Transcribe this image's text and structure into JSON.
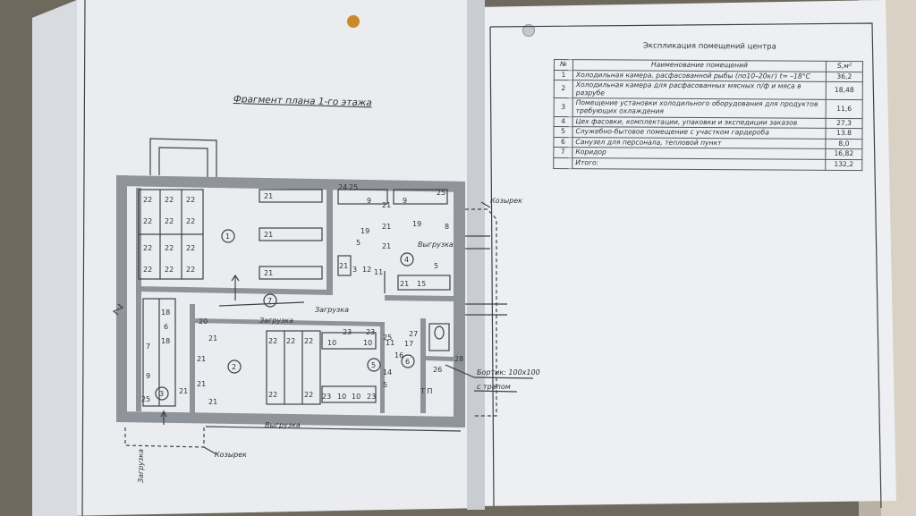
{
  "plan": {
    "title": "Фрагмент плана 1-го этажа",
    "room_numbers": [
      "1",
      "2",
      "3",
      "4",
      "5",
      "6",
      "7"
    ],
    "equipment_numbers": [
      "22",
      "21",
      "20",
      "18",
      "19",
      "9",
      "11",
      "12",
      "15",
      "14",
      "16",
      "17",
      "23",
      "10",
      "25",
      "26",
      "27",
      "28",
      "24",
      "8",
      "3",
      "5",
      "6",
      "7"
    ],
    "labels": {
      "kozyrek_right": "Козырек",
      "kozyrek_bottom": "Козырек",
      "vygruzka_room4": "Выгрузка",
      "vygruzka_bottom": "Выгрузка",
      "zagruzka_corridor": "Загрузка",
      "zagruzka_room2": "Загрузка",
      "zagruzka_vertical": "Загрузка",
      "bortik": "Бортик: 100х100",
      "s_trapom": "с трапом",
      "tp": "Т П"
    }
  },
  "explication": {
    "title": "Экспликация помещений центра",
    "headers": {
      "num": "№",
      "name": "Наименование помещений",
      "area": "S,м²"
    },
    "rows": [
      {
        "num": "1",
        "name": "Холодильная камера, расфасованной рыбы (по10–20кг) t= –18°С",
        "area": "36,2"
      },
      {
        "num": "2",
        "name": "Холодильная камера для расфасованных мясных п/ф и мяса в разрубе",
        "area": "18,48"
      },
      {
        "num": "3",
        "name": "Помещение установки холодильного оборудования для продуктов требующих охлаждения",
        "area": "11,6"
      },
      {
        "num": "4",
        "name": "Цех фасовки, комплектации, упаковки и экспедиции заказов",
        "area": "27,3"
      },
      {
        "num": "5",
        "name": "Служебно-бытовое помещение с участком гардероба",
        "area": "13.8"
      },
      {
        "num": "6",
        "name": "Санузел для персонала, тепловой пункт",
        "area": "8,0"
      },
      {
        "num": "7",
        "name": "Коридор",
        "area": "16,82"
      },
      {
        "num": "",
        "name": "Итого:",
        "area": "132,2"
      }
    ]
  }
}
